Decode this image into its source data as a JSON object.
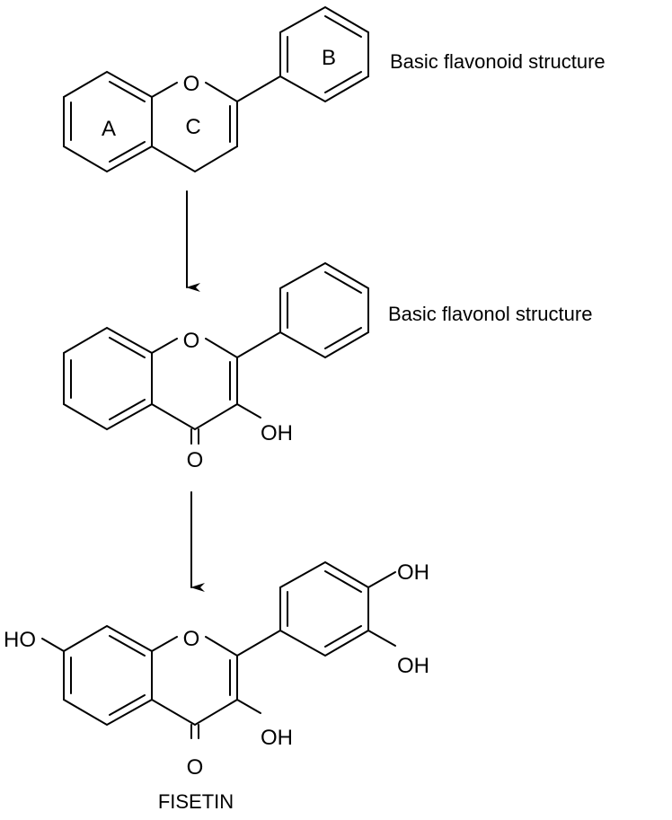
{
  "captions": {
    "flavonoid": "Basic flavonoid structure",
    "flavonol": "Basic flavonol structure",
    "fisetin": "FISETIN"
  },
  "ring_labels": {
    "a": "A",
    "b": "B",
    "c": "C"
  },
  "atoms": {
    "oxygen": "O",
    "hydroxyl": "OH",
    "hydroxyl_left": "HO"
  },
  "colors": {
    "ink": "#000000",
    "background": "#ffffff"
  }
}
